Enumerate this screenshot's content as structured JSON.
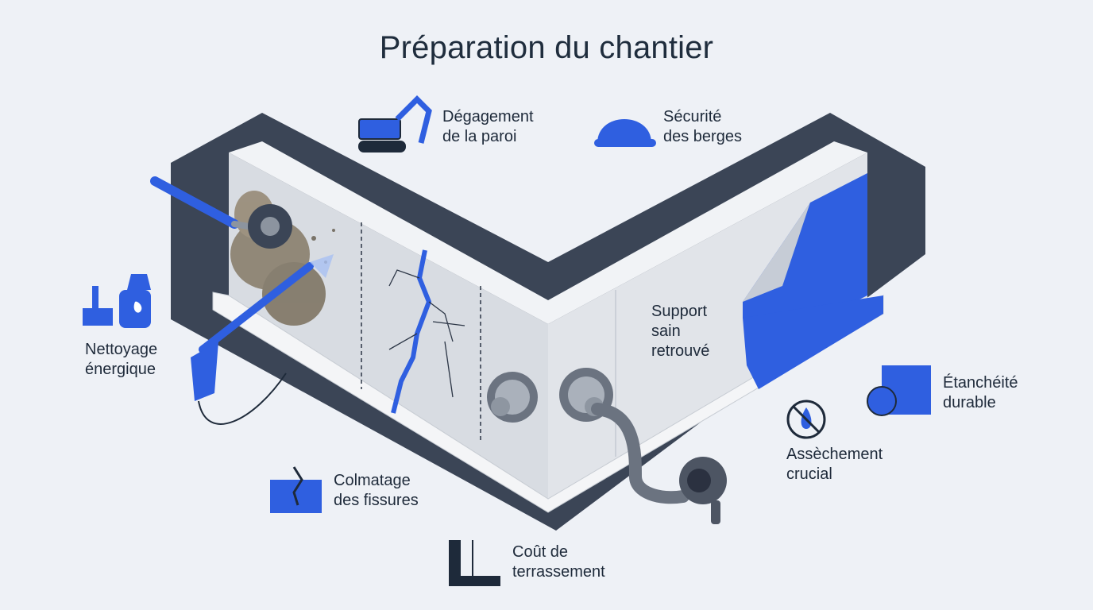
{
  "title": "Préparation du chantier",
  "labels": {
    "degagement": [
      "Dégagement",
      "de la paroi"
    ],
    "securite": [
      "Sécurité",
      "des berges"
    ],
    "nettoyage": [
      "Nettoyage",
      "énergique"
    ],
    "support": [
      "Support",
      "sain",
      "retrouvé"
    ],
    "etancheite": [
      "Étanchéité",
      "durable"
    ],
    "assechement": [
      "Assèchement",
      "crucial"
    ],
    "colmatage": [
      "Colmatage",
      "des fissures"
    ],
    "cout": [
      "Coût de",
      "terrassement"
    ]
  },
  "colors": {
    "accent": "#2f5fe0",
    "dark": "#3b4556",
    "wall": "#d9dde3",
    "background": "#eef1f6"
  },
  "icons": [
    "excavator-icon",
    "hard-hat-icon",
    "brush-icon",
    "spray-bottle-icon",
    "crack-icon",
    "excavation-depth-icon",
    "no-water-icon",
    "membrane-roll-icon",
    "pressure-washer-icon",
    "rotary-brush-icon",
    "pump-icon"
  ]
}
